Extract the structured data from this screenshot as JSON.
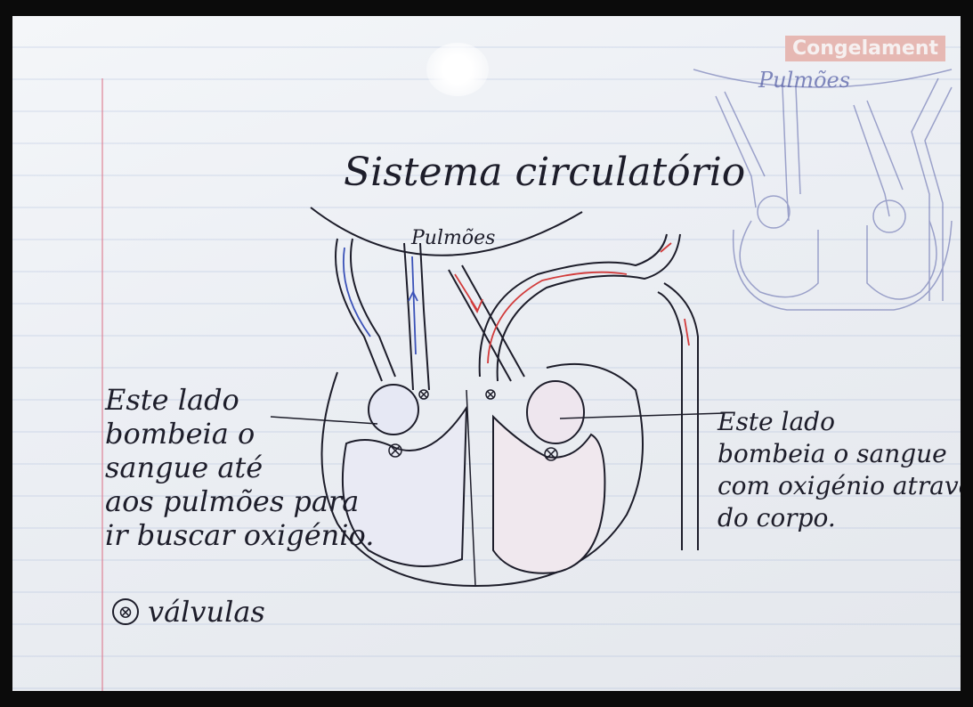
{
  "stamp": {
    "text": "Congelament"
  },
  "title": "Sistema circulatório",
  "lungs_label": "Pulmões",
  "lungs_label_faded": "Pulmões",
  "left_annotation": {
    "lines": [
      "Este lado",
      "bombeia o",
      "sangue até",
      "aos pulmões para",
      "ir buscar oxigénio."
    ]
  },
  "right_annotation": {
    "lines": [
      "Este lado",
      "bombeia o sangue",
      "com oxigénio através",
      "do corpo."
    ]
  },
  "legend": {
    "symbol": "⊗",
    "text": "válvulas"
  },
  "colors": {
    "ink": "#1d1d2a",
    "blue_ink": "#3b52b8",
    "red_ink": "#d23b3b",
    "margin": "#dc788c"
  }
}
